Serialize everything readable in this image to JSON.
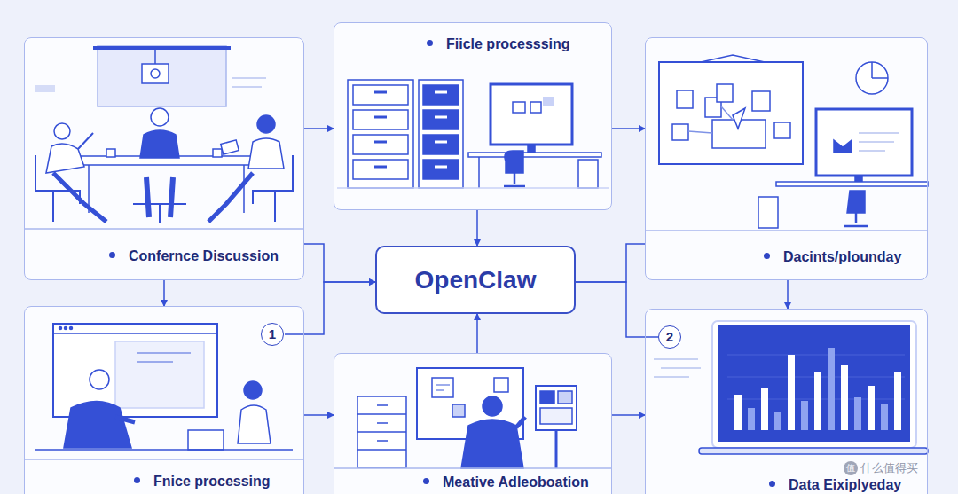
{
  "diagram": {
    "nodes": [
      {
        "text": [
          "Confernce Discussion"
        ]
      },
      {
        "text": [
          "Fiicle processsing"
        ]
      },
      {
        "text": [
          "Dacints/plounday"
        ]
      },
      {
        "text": [
          "OpenClaw"
        ]
      },
      {
        "text": [
          "Fnice processing"
        ]
      },
      {
        "text": [
          "Meative Adleoboation"
        ]
      },
      {
        "text": [
          "Data Eixiplyeday"
        ]
      }
    ],
    "edges": [
      {
        "from": 0,
        "to": 1,
        "arrow": "to"
      },
      {
        "from": 1,
        "to": 2,
        "arrow": "to"
      },
      {
        "from": 1,
        "to": 3,
        "arrow": "to"
      },
      {
        "from": 0,
        "to": 3,
        "arrow": "to"
      },
      {
        "from": 4,
        "to": 3,
        "arrow": "to"
      },
      {
        "from": 0,
        "to": 4,
        "arrow": "to"
      },
      {
        "from": 4,
        "to": 5,
        "arrow": "to"
      },
      {
        "from": 5,
        "to": 3,
        "arrow": "to"
      },
      {
        "from": 5,
        "to": 6,
        "arrow": "to"
      },
      {
        "from": 2,
        "to": 6,
        "arrow": "to"
      },
      {
        "from": 3,
        "to": 2,
        "arrow": "none"
      },
      {
        "from": 3,
        "to": 6,
        "arrow": "none"
      }
    ],
    "labels": [
      "1",
      "2",
      "值",
      "什么值得买"
    ]
  }
}
